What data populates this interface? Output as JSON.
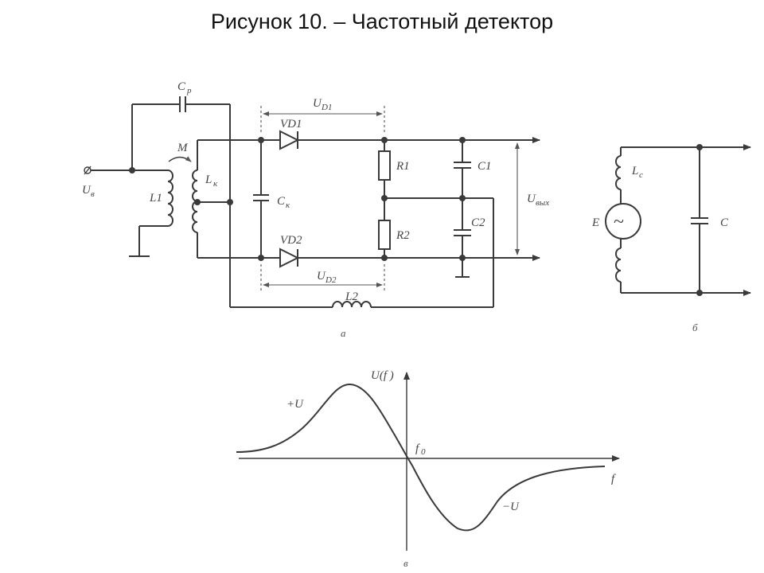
{
  "slide": {
    "title": "Рисунок 10.   – Частотный детектор"
  },
  "circuit_a": {
    "caption": "а",
    "labels": {
      "cp": "C",
      "cp_sub": "p",
      "m": "M",
      "ub": "U",
      "ub_sub": "в",
      "l1": "L1",
      "lk": "L",
      "lk_sub": "к",
      "ck": "C",
      "ck_sub": "к",
      "vd1": "VD1",
      "vd2": "VD2",
      "ud1": "U",
      "ud1_sub": "D1",
      "ud2": "U",
      "ud2_sub": "D2",
      "r1": "R1",
      "r2": "R2",
      "c1": "C1",
      "c2": "C2",
      "uout": "U",
      "uout_sub": "вых",
      "l2": "L2"
    }
  },
  "circuit_b": {
    "caption": "б",
    "labels": {
      "lc": "L",
      "lc_sub": "c",
      "e": "E",
      "tilde": "~",
      "c": "C"
    }
  },
  "graph_v": {
    "caption": "в",
    "labels": {
      "uf": "U(f )",
      "plus_u": "+U",
      "minus_u": "−U",
      "f0": "f",
      "f0_sub": "0",
      "f": "f"
    }
  }
}
